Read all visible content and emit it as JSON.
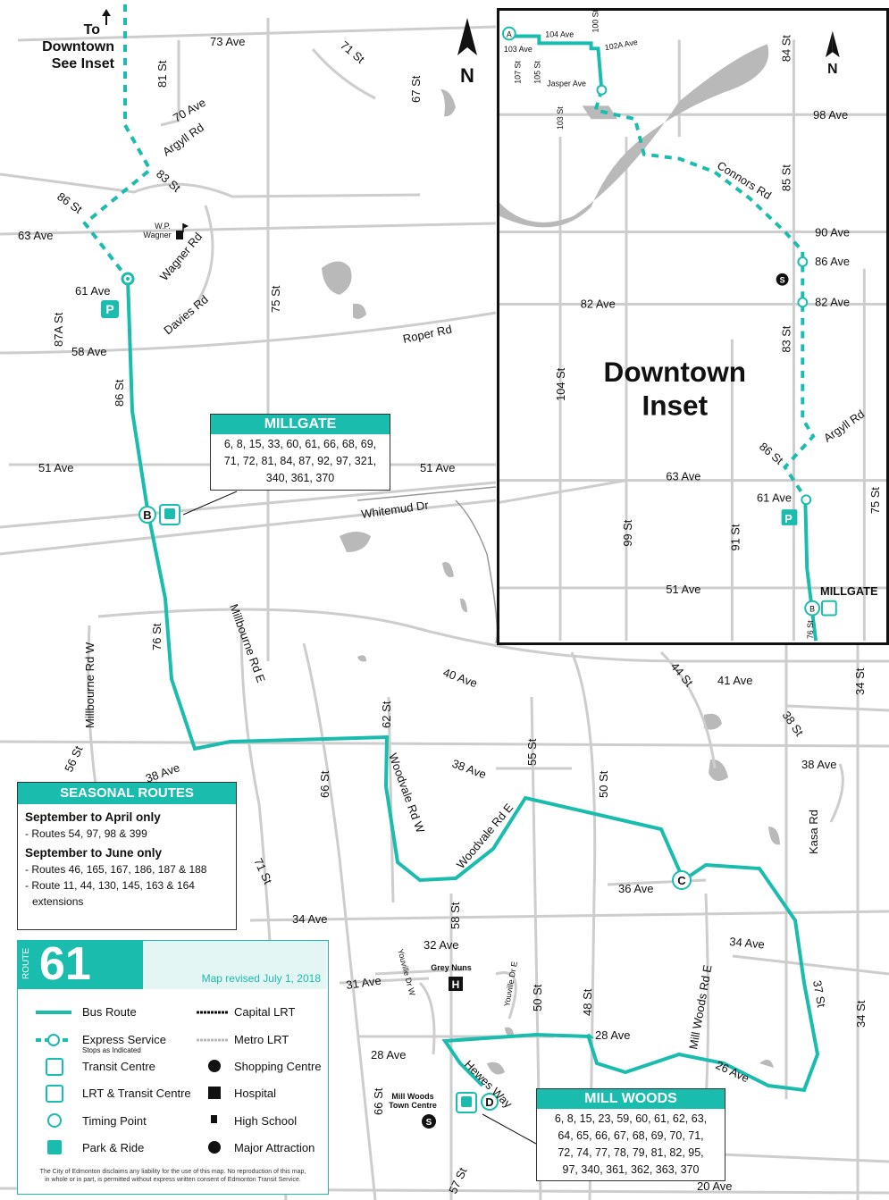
{
  "colors": {
    "route": "#1abcae",
    "road": "#c9c9c9",
    "water": "#b7b7b7",
    "text": "#111111"
  },
  "header": {
    "to_downtown_line1": "To",
    "to_downtown_line2": "Downtown",
    "to_downtown_line3": "See Inset",
    "north": "N"
  },
  "streets": {
    "s73ave": "73 Ave",
    "s71st": "71 St",
    "s67st": "67 St",
    "s81st": "81 St",
    "s70ave": "70 Ave",
    "argyll": "Argyll Rd",
    "s83st": "83 St",
    "s86st_top": "86 St",
    "s63ave": "63 Ave",
    "wagner": "Wagner Rd",
    "s61ave": "61 Ave",
    "davies": "Davies Rd",
    "s75st": "75 St",
    "s87ast": "87A St",
    "s58ave": "58 Ave",
    "roper": "Roper Rd",
    "s86st": "86 St",
    "s51ave_w": "51 Ave",
    "s51ave_e": "51 Ave",
    "whitemud": "Whitemud Dr",
    "s76st": "76 St",
    "millbourne_w": "Millbourne Rd W",
    "millbourne_e": "Millbourne Rd E",
    "s40ave": "40 Ave",
    "s62st": "62 St",
    "s44st": "44 St",
    "s41ave": "41 Ave",
    "s34st_top": "34 St",
    "s38st": "38 St",
    "s38ave_e": "38 Ave",
    "kasa": "Kasa Rd",
    "s38ave": "38 Ave",
    "s55st": "55 St",
    "s50st": "50 St",
    "s66st": "66 St",
    "s88ave": "38 Ave",
    "woodvale_w": "Woodvale Rd W",
    "woodvale_e": "Woodvale Rd E",
    "s71st_b": "71 St",
    "s36ave": "36 Ave",
    "s34ave": "34 Ave",
    "s34ave_e": "34 Ave",
    "s58st": "58 St",
    "s32ave": "32 Ave",
    "s31ave": "31 Ave",
    "youville_w": "Youville Dr W",
    "youville_e": "Youville Dr E",
    "s50st_b": "50 St",
    "s48st": "48 St",
    "millwoods_e": "Mill Woods Rd E",
    "s37st": "37 St",
    "s34st": "34 St",
    "s28ave_e": "28 Ave",
    "s28ave_w": "28 Ave",
    "hewes": "Hewes Way",
    "s26ave": "26 Ave",
    "s66st_b": "66 St",
    "s57st": "57 St",
    "s20ave": "20 Ave",
    "s56st": "56 St"
  },
  "poi": {
    "wp1": "W.P.",
    "wp2": "Wagner",
    "grey_nuns": "Grey Nuns",
    "mw_tc1": "Mill Woods",
    "mw_tc2": "Town Centre",
    "park": "P",
    "tp_b": "B",
    "tp_c": "C",
    "tp_d": "D",
    "tp_a": "A",
    "hosp": "H",
    "shop": "S"
  },
  "inset": {
    "title1": "Downtown",
    "title2": "Inset",
    "north": "N",
    "streets": {
      "s104ave": "104 Ave",
      "s100st": "100 St",
      "s102aave": "102A Ave",
      "s103ave": "103 Ave",
      "s107st": "107 St",
      "s105st": "105 St",
      "jasper": "Jasper Ave",
      "s103st": "103 St",
      "s84st": "84 St",
      "s98ave": "98 Ave",
      "s85st": "85 St",
      "connors": "Connors Rd",
      "s90ave": "90 Ave",
      "s86ave": "86 Ave",
      "s82ave_e": "82 Ave",
      "s82ave_w": "82 Ave",
      "s104st": "104 St",
      "s83st": "83 St",
      "argyll": "Argyll Rd",
      "s86st": "86 St",
      "s63ave": "63 Ave",
      "s61ave": "61 Ave",
      "s75st": "75 St",
      "s99st": "99 St",
      "s91st": "91 St",
      "s51ave": "51 Ave",
      "millgate": "MILLGATE",
      "s76st": "76 St"
    }
  },
  "millgate": {
    "title": "MILLGATE",
    "routes1": "6, 8, 15, 33, 60, 61, 66, 68, 69,",
    "routes2": "71, 72, 81, 84, 87, 92, 97, 321,",
    "routes3": "340, 361, 370"
  },
  "millwoods": {
    "title": "MILL WOODS",
    "routes1": "6, 8, 15, 23, 59, 60, 61, 62, 63,",
    "routes2": "64, 65, 66, 67, 68, 69, 70, 71,",
    "routes3": "72, 74, 77, 78, 79, 81, 82, 95,",
    "routes4": "97, 340, 361, 362, 363, 370"
  },
  "seasonal": {
    "title": "SEASONAL ROUTES",
    "h1": "September to April only",
    "l1": "- Routes 54, 97, 98 & 399",
    "h2": "September to June only",
    "l2": "- Routes 46, 165, 167, 186, 187 & 188",
    "l3": "- Route 11, 44, 130, 145, 163 & 164",
    "l4": "extensions"
  },
  "legend": {
    "route_word": "ROUTE",
    "route_num": "61",
    "revised": "Map revised July 1, 2018",
    "bus_route": "Bus Route",
    "express": "Express Service",
    "express_sub": "Stops as Indicated",
    "transit_centre": "Transit Centre",
    "lrt_tc": "LRT & Transit Centre",
    "timing": "Timing Point",
    "park": "Park & Ride",
    "capital": "Capital LRT",
    "metro": "Metro LRT",
    "shopping": "Shopping Centre",
    "hospital": "Hospital",
    "school": "High School",
    "attraction": "Major Attraction",
    "disclaimer1": "The City of Edmonton disclaims any liability for the use of this map. No reproduction of this map,",
    "disclaimer2": "in whole or in part, is permitted without express written consent of Edmonton Transit Service."
  }
}
